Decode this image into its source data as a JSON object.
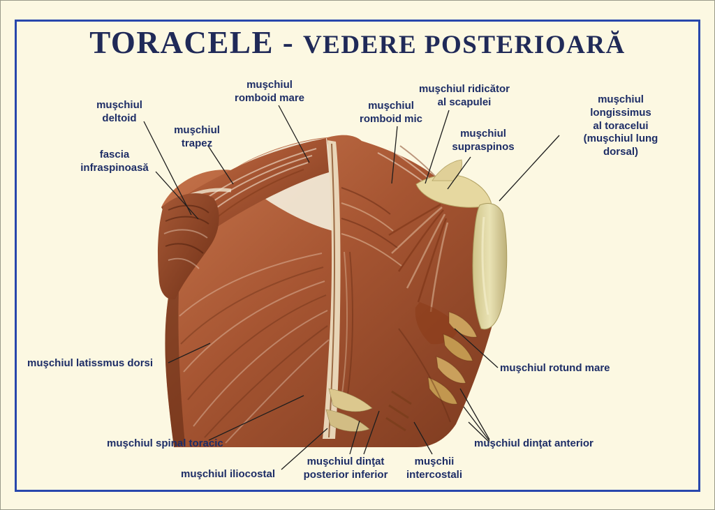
{
  "title": {
    "part1": "TORACELE - ",
    "part2": "VEDERE POSTERIOARĂ"
  },
  "colors": {
    "background": "#fcf8e2",
    "frame_border": "#2847ac",
    "label_text": "#1d2d66",
    "muscle_base": "#a65532",
    "tendon": "#e6d8a0",
    "bone": "#e4dcae"
  },
  "labels": [
    {
      "id": "deltoid",
      "text": "muşchiul\ndeltoid"
    },
    {
      "id": "trapez",
      "text": "muşchiul\ntrapez"
    },
    {
      "id": "fascia-infraspinoasa",
      "text": "fascia\ninfraspinoasă"
    },
    {
      "id": "romboid-mare",
      "text": "muşchiul\nromboid mare"
    },
    {
      "id": "romboid-mic",
      "text": "muşchiul\nromboid mic"
    },
    {
      "id": "ridicator-scapulei",
      "text": "muşchiul ridicător\nal scapulei"
    },
    {
      "id": "supraspinos",
      "text": "muşchiul\nsupraspinos"
    },
    {
      "id": "longissimus",
      "text": "muşchiul longissimus\nal toracelui\n(muşchiul lung dorsal)"
    },
    {
      "id": "latissmus-dorsi",
      "text": "muşchiul latissmus dorsi"
    },
    {
      "id": "rotund-mare",
      "text": "muşchiul rotund mare"
    },
    {
      "id": "spinal-toracic",
      "text": "muşchiul spinal toracic"
    },
    {
      "id": "iliocostal",
      "text": "muşchiul iliocostal"
    },
    {
      "id": "dintat-post-inferior",
      "text": "muşchiul dinţat\nposterior inferior"
    },
    {
      "id": "intercostali",
      "text": "muşchii\nintercostali"
    },
    {
      "id": "dintat-anterior",
      "text": "muşchiul dinţat anterior"
    }
  ]
}
